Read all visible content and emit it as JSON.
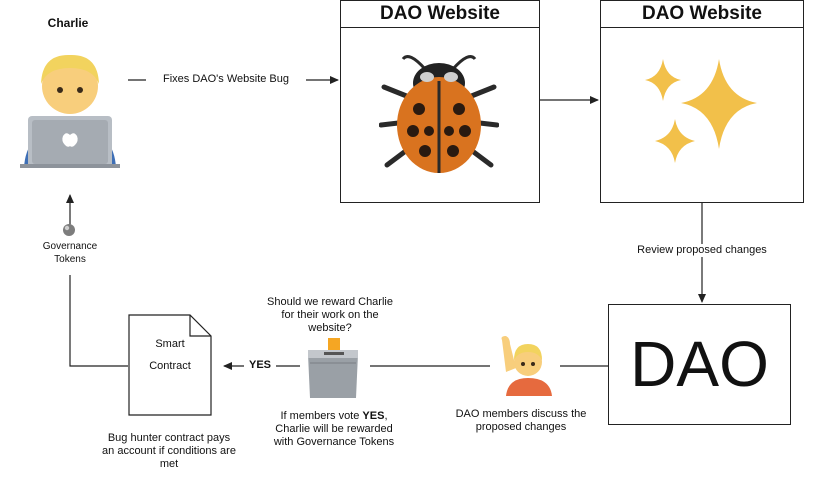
{
  "charlie": {
    "name": "Charlie"
  },
  "website_boxes": [
    {
      "title": "DAO Website",
      "state": "bug"
    },
    {
      "title": "DAO Website",
      "state": "fixed"
    }
  ],
  "edges": {
    "fix": "Fixes DAO's Website Bug",
    "review": "Review proposed changes",
    "yes": "YES"
  },
  "governance_tokens": "Governance\nTokens",
  "dao_box": {
    "text": "DAO"
  },
  "members": {
    "caption": "DAO members discuss the\nproposed changes"
  },
  "ballot": {
    "question": "Should we reward Charlie\nfor their work on the\nwebsite?",
    "result_prefix": "If members vote ",
    "result_bold": "YES",
    "result_suffix": ",\nCharlie will be rewarded\nwith Governance Tokens"
  },
  "contract": {
    "title_line1": "Smart",
    "title_line2": "Contract",
    "caption": "Bug hunter contract pays\nan account if conditions are\nmet"
  },
  "colors": {
    "sparkle": "#f2c04a",
    "ladybug": "#d9731f",
    "line": "#222222"
  }
}
